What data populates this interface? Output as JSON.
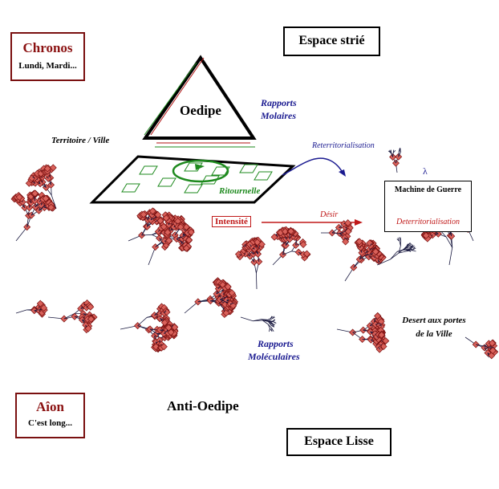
{
  "chronos": {
    "title": "Chronos",
    "subtitle": "Lundi, Mardi..."
  },
  "aion": {
    "title": "Aîon",
    "subtitle": "C'est long..."
  },
  "espace_strie": "Espace strié",
  "espace_lisse": "Espace Lisse",
  "oedipe": "Oedipe",
  "anti_oedipe": "Anti-Oedipe",
  "rapports_molaires": [
    "Rapports",
    "Molaires"
  ],
  "rapports_moleculaires": [
    "Rapports",
    "Moléculaires"
  ],
  "territoire": "Territoire / Ville",
  "reterritorialisation": "Reterritorialisation",
  "ritournelle": "Ritournelle",
  "intensite": "Intensité",
  "desir": "Désir",
  "machine_de_guerre": "Machine de Guerre",
  "deterritorialisation": "Deterritorialisation",
  "lambda": "λ",
  "desert": [
    "Desert aux portes",
    "de la Ville"
  ],
  "colors": {
    "dark_red": "#8b1212",
    "blue": "#1a1a90",
    "green": "#1e8a1e",
    "diamond": "#d9615a"
  }
}
